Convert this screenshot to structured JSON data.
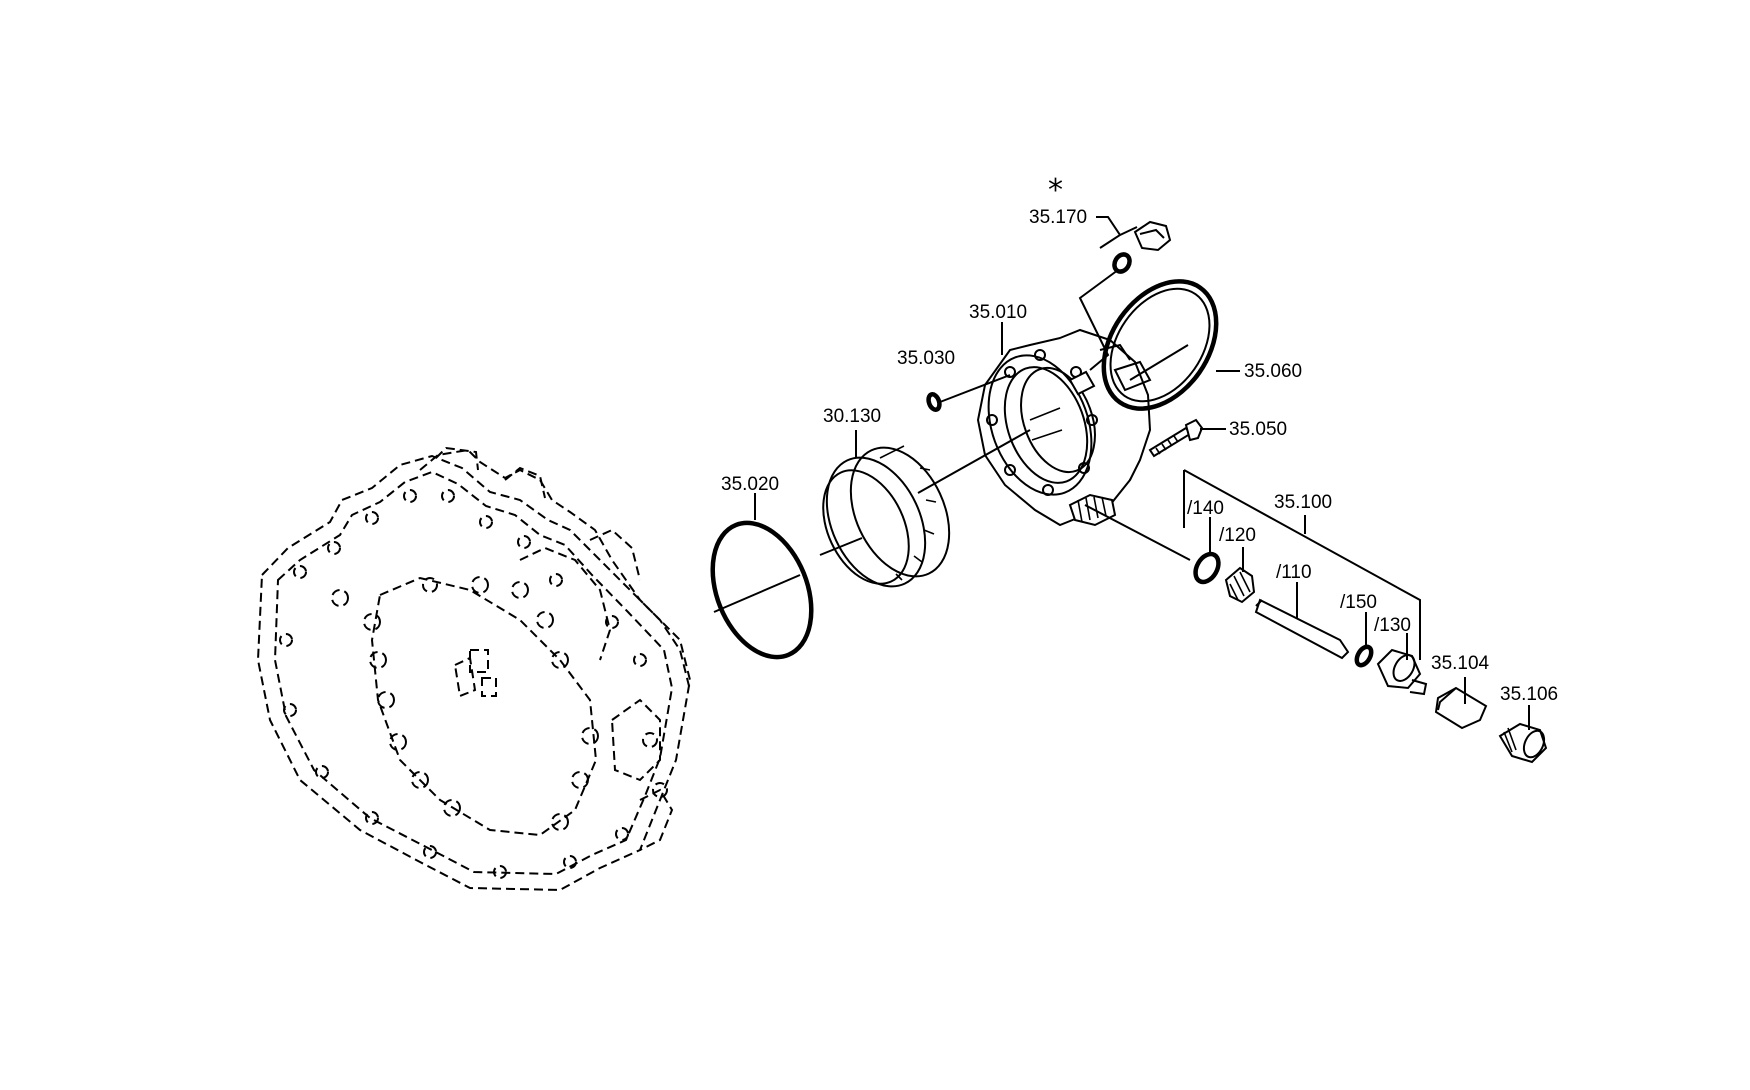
{
  "marker": "*",
  "labels": {
    "p35_170": "35.170",
    "p35_010": "35.010",
    "p35_030": "35.030",
    "p35_060": "35.060",
    "p30_130": "30.130",
    "p35_050": "35.050",
    "p35_020": "35.020",
    "p35_100": "35.100",
    "s140": "/140",
    "s120": "/120",
    "s110": "/110",
    "s150": "/150",
    "s130": "/130",
    "p35_104": "35.104",
    "p35_106": "35.106"
  }
}
